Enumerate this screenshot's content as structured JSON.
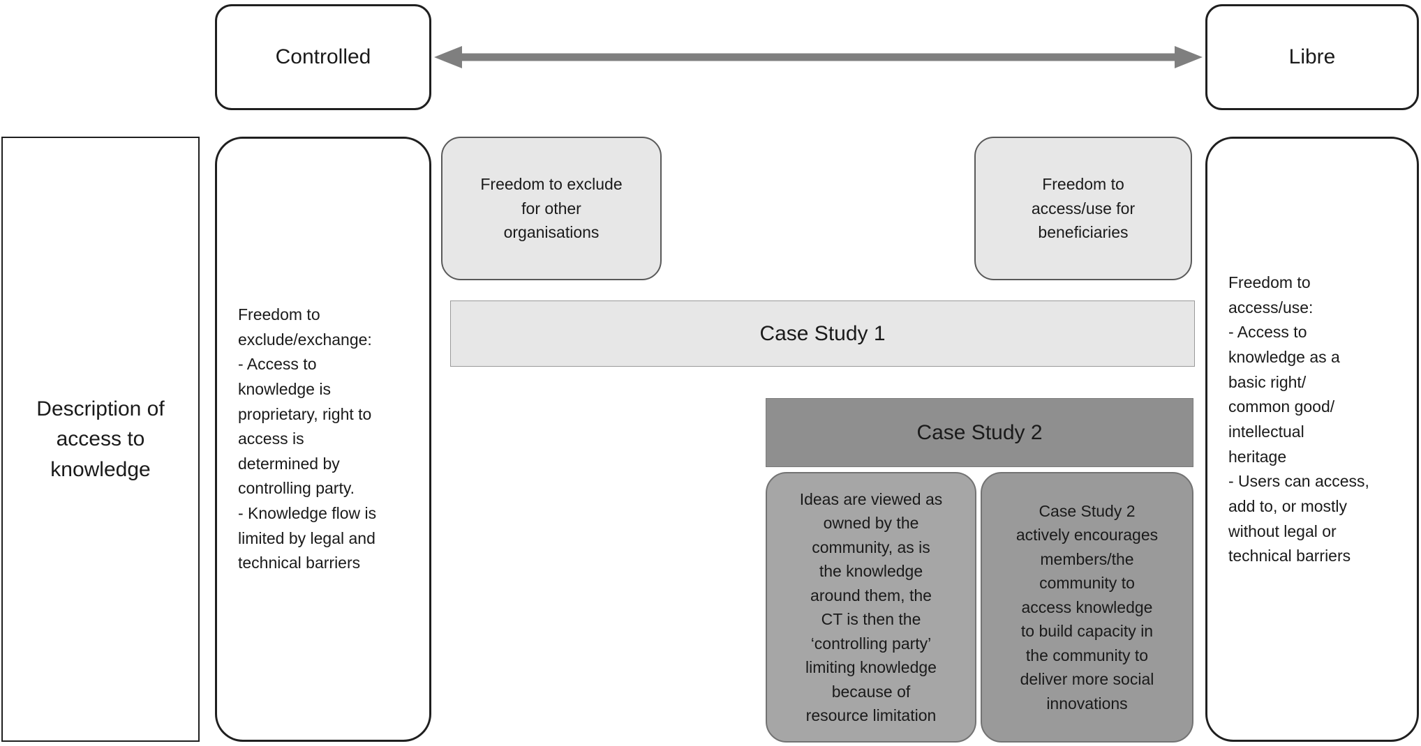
{
  "palette": {
    "light_gray_fill": "#e7e7e7",
    "case_study_2_fill": "#8f8f8f",
    "note_left_fill": "#a6a6a6",
    "note_right_fill": "#9a9a9a",
    "arrow_gray": "#7f7f7f",
    "border_dark": "#1f1f1f"
  },
  "spectrum": {
    "left_label": "Controlled",
    "right_label": "Libre"
  },
  "row_header": "Description of\naccess to\nknowledge",
  "controlled": {
    "description": "Freedom to\nexclude/exchange:\n- Access to\nknowledge is\nproprietary, right to\naccess is\ndetermined by\ncontrolling party.\n- Knowledge flow is\nlimited by legal and\ntechnical barriers"
  },
  "libre": {
    "description": "Freedom to\naccess/use:\n- Access to\nknowledge as a\nbasic right/\ncommon good/\nintellectual\nheritage\n- Users can access,\nadd to, or mostly\nwithout legal or\ntechnical barriers"
  },
  "mid_boxes": {
    "exclude": "Freedom to exclude\nfor other\norganisations",
    "access": "Freedom to\naccess/use for\nbeneficiaries"
  },
  "case_studies": {
    "cs1_label": "Case Study 1",
    "cs2_label": "Case Study 2",
    "cs2_left_note": "Ideas are viewed as\nowned by the\ncommunity, as is\nthe knowledge\naround them, the\nCT is then the\n‘controlling party’\nlimiting knowledge\nbecause of\nresource limitation",
    "cs2_right_note": "Case Study 2\nactively encourages\nmembers/the\ncommunity to\naccess knowledge\nto build capacity in\nthe community to\ndeliver more social\ninnovations"
  }
}
